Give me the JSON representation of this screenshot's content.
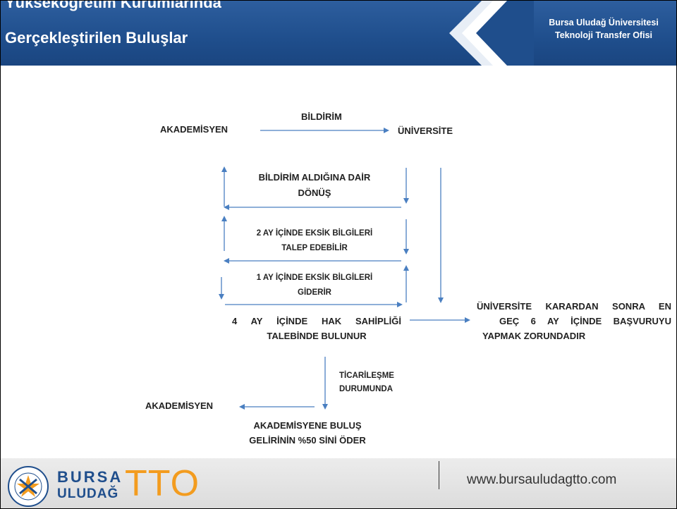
{
  "header": {
    "title_line1": "Yükseköğretim Kurumlarında",
    "title_line2": "Gerçekleştirilen Buluşlar",
    "org_line1": "Bursa Uludağ Üniversitesi",
    "org_line2": "Teknoloji Transfer Ofisi"
  },
  "diagram": {
    "akademisyen_top": "AKADEMİSYEN",
    "bildirim": "BİLDİRİM",
    "universite": "ÜNİVERSİTE",
    "return_line1": "BİLDİRİM ALDIĞINA DAİR",
    "return_line2": "DÖNÜŞ",
    "request_line1": "2 AY İÇİNDE EKSİK BİLGİLERİ",
    "request_line2": "TALEP EDEBİLİR",
    "fix_line1": "1 AY İÇİNDE EKSİK BİLGİLERİ",
    "fix_line2": "GİDERİR",
    "claim_line1": "4 AY İÇİNDE HAK SAHİPLİĞİ",
    "claim_line2": "TALEBİNDE BULUNUR",
    "apply_line1": "ÜNİVERSİTE KARARDAN SONRA EN",
    "apply_line2": "GEÇ 6 AY İÇİNDE BAŞVURUYU",
    "apply_line3": "YAPMAK ZORUNDADIR",
    "commercial_line1": "TİCARİLEŞME",
    "commercial_line2": "DURUMUNDA",
    "akademisyen_bottom": "AKADEMİSYEN",
    "pay_line1": "AKADEMİSYENE BULUŞ",
    "pay_line2": "GELİRİNİN %50 SİNİ ÖDER"
  },
  "footer": {
    "brand_bursa": "BURSA",
    "brand_uludag": "ULUDAĞ",
    "brand_tto": "TTO",
    "website": "www.bursauludagtto.com"
  },
  "colors": {
    "header_blue": "#1f4e8c",
    "arrow_blue": "#4a7fc1",
    "tto_orange": "#f39c1f"
  }
}
